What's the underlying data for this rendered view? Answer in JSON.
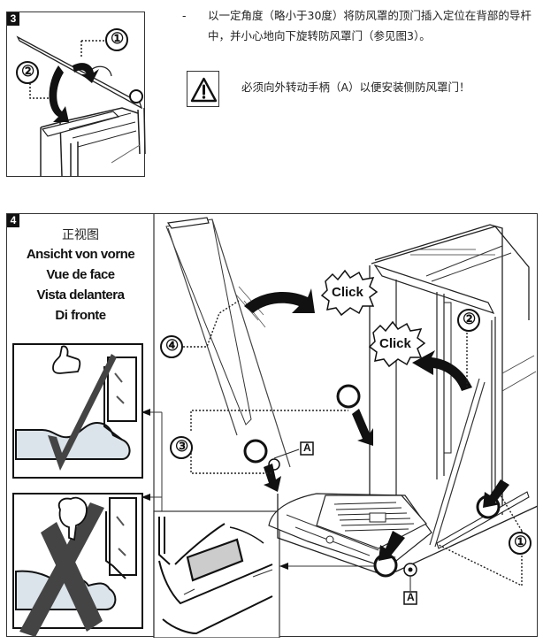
{
  "figure3": {
    "number": "3",
    "callouts": [
      "①",
      "②"
    ]
  },
  "instruction": {
    "bullet": "-",
    "text": "以一定角度（略小于30度）将防风罩的顶门插入定位在背部的导杆中，并小心地向下旋转防风罩门（参见图3）。"
  },
  "warning": {
    "icon": "warning-triangle-icon",
    "text": "必须向外转动手柄（A）以便安装侧防风罩门！"
  },
  "figure4": {
    "number": "4",
    "caption": {
      "zh": "正视图",
      "de": "Ansicht von vorne",
      "fr": "Vue de face",
      "es": "Vista delantera",
      "it": "Di fronte"
    },
    "click_labels": [
      "Click",
      "Click"
    ],
    "callouts": [
      "①",
      "②",
      "③",
      "④"
    ],
    "handle_label": "A",
    "correct_icon": "thumbs-up-icon",
    "incorrect_icon": "thumbs-down-icon"
  }
}
